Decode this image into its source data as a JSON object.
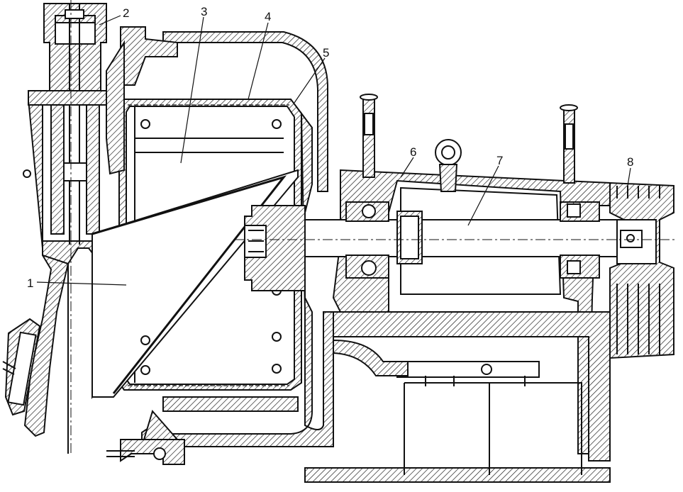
{
  "figure": {
    "callouts": [
      {
        "id": "1",
        "label": "1"
      },
      {
        "id": "2",
        "label": "2"
      },
      {
        "id": "3",
        "label": "3"
      },
      {
        "id": "4",
        "label": "4"
      },
      {
        "id": "5",
        "label": "5"
      },
      {
        "id": "6",
        "label": "6"
      },
      {
        "id": "7",
        "label": "7"
      },
      {
        "id": "8",
        "label": "8"
      }
    ],
    "colors": {
      "ink": "#111111",
      "paper": "#ffffff"
    }
  }
}
